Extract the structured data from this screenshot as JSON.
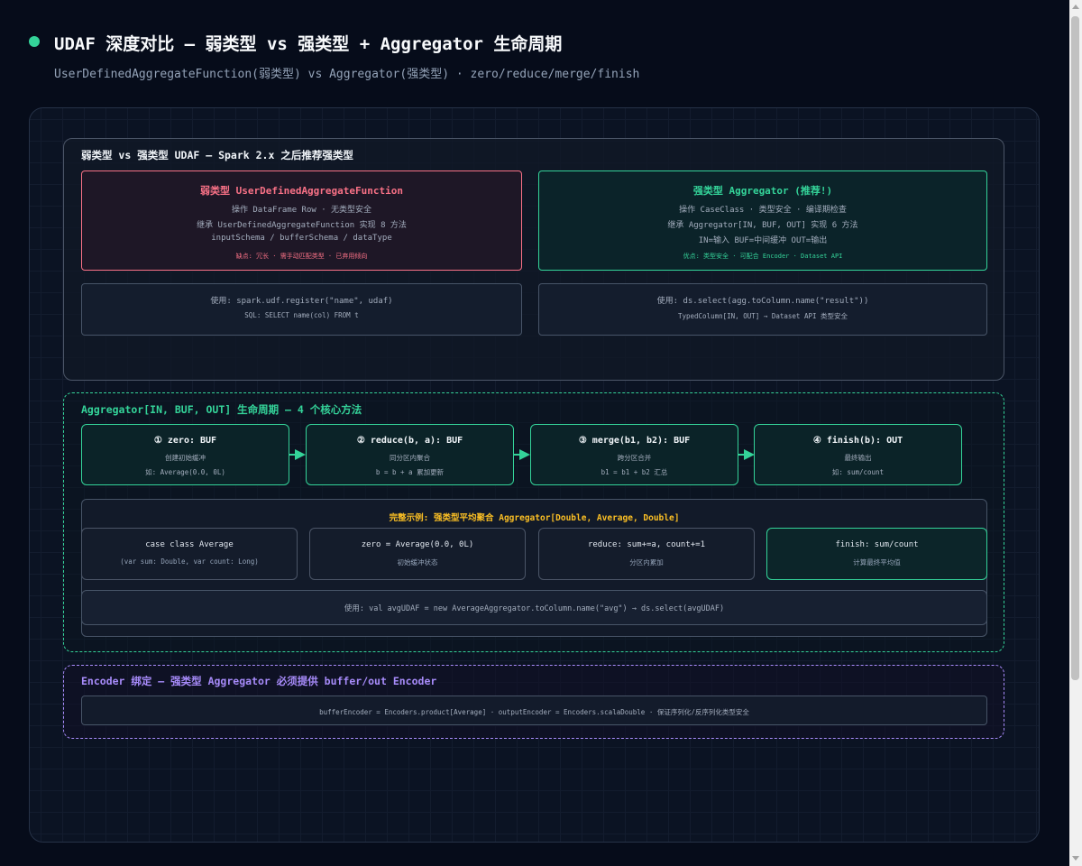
{
  "header": {
    "title": "UDAF 深度对比 — 弱类型 vs 强类型 + Aggregator 生命周期",
    "subtitle": "UserDefinedAggregateFunction(弱类型) vs Aggregator(强类型) · zero/reduce/merge/finish"
  },
  "section1": {
    "title": "弱类型 vs 强类型 UDAF — Spark 2.x 之后推荐强类型",
    "weak": {
      "title": "弱类型 UserDefinedAggregateFunction",
      "line1": "操作 DataFrame Row · 无类型安全",
      "line2": "继承 UserDefinedAggregateFunction 实现 8 方法",
      "line3": "inputSchema / bufferSchema / dataType",
      "note": "缺点: 冗长 · 需手动匹配类型 · 已弃用倾向"
    },
    "strong": {
      "title": "强类型 Aggregator (推荐!)",
      "line1": "操作 CaseClass · 类型安全 · 编译期检查",
      "line2": "继承 Aggregator[IN, BUF, OUT] 实现 6 方法",
      "line3": "IN=输入 BUF=中间缓冲 OUT=输出",
      "note": "优点: 类型安全 · 可配合 Encoder · Dataset API"
    },
    "weak_usage": {
      "line1": "使用: spark.udf.register(\"name\", udaf)",
      "line2": "SQL: SELECT name(col) FROM t"
    },
    "strong_usage": {
      "line1": "使用: ds.select(agg.toColumn.name(\"result\"))",
      "line2": "TypedColumn[IN, OUT] → Dataset API 类型安全"
    }
  },
  "section2": {
    "title": "Aggregator[IN, BUF, OUT] 生命周期 — 4 个核心方法",
    "steps": [
      {
        "title": "① zero: BUF",
        "desc": "创建初始缓冲",
        "detail": "如: Average(0.0, 0L)"
      },
      {
        "title": "② reduce(b, a): BUF",
        "desc": "同分区内聚合",
        "detail": "b = b + a 累加更新"
      },
      {
        "title": "③ merge(b1, b2): BUF",
        "desc": "跨分区合并",
        "detail": "b1 = b1 + b2 汇总"
      },
      {
        "title": "④ finish(b): OUT",
        "desc": "最终输出",
        "detail": "如: sum/count"
      }
    ],
    "example": {
      "title": "完整示例: 强类型平均聚合 Aggregator[Double, Average, Double]",
      "boxes": [
        {
          "title": "case class Average",
          "desc": "(var sum: Double, var count: Long)"
        },
        {
          "title": "zero = Average(0.0, 0L)",
          "desc": "初始缓冲状态"
        },
        {
          "title": "reduce: sum+=a, count+=1",
          "desc": "分区内累加"
        },
        {
          "title": "finish: sum/count",
          "desc": "计算最终平均值"
        }
      ],
      "usage": "使用: val avgUDAF = new AverageAggregator.toColumn.name(\"avg\") → ds.select(avgUDAF)"
    }
  },
  "section3": {
    "title": "Encoder 绑定 — 强类型 Aggregator 必须提供 buffer/out Encoder",
    "line": "bufferEncoder = Encoders.product[Average] · outputEncoder = Encoders.scalaDouble · 保证序列化/反序列化类型安全"
  },
  "colors": {
    "background": "#060c1a",
    "weak": "#f87186",
    "strong": "#34d399",
    "example_title": "#fbbf24",
    "encoder": "#a78bfa"
  }
}
